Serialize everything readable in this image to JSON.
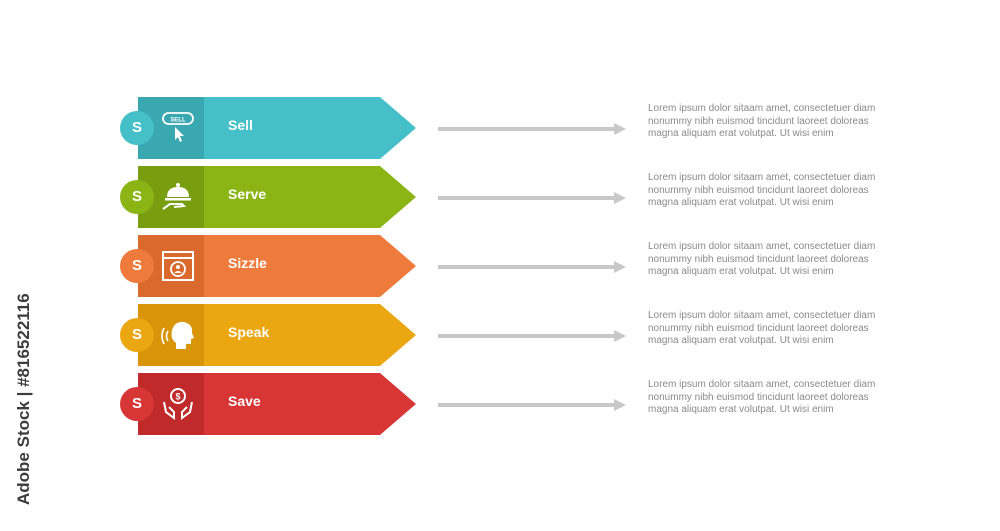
{
  "watermark": "Adobe Stock | #816522116",
  "items": [
    {
      "badge": "S",
      "label": "Sell",
      "icon": "sell-button-click-icon",
      "color": "#45c0c8",
      "dark": "#3aa8b0",
      "description": "Lorem ipsum dolor sitaam amet, consectetuer diam nonummy  nibh euismod tincidunt laoreet doloreas magna aliquam erat volutpat. Ut wisi enim"
    },
    {
      "badge": "S",
      "label": "Serve",
      "icon": "serving-tray-cloche-icon",
      "color": "#8ab515",
      "dark": "#789e10",
      "description": "Lorem ipsum dolor sitaam amet, consectetuer diam nonummy  nibh euismod tincidunt laoreet doloreas magna aliquam erat volutpat. Ut wisi enim"
    },
    {
      "badge": "S",
      "label": "Sizzle",
      "icon": "browser-profile-icon",
      "color": "#ee7a3c",
      "dark": "#d9692d",
      "description": "Lorem ipsum dolor sitaam amet, consectetuer diam nonummy  nibh euismod tincidunt laoreet doloreas magna aliquam erat volutpat. Ut wisi enim"
    },
    {
      "badge": "S",
      "label": "Speak",
      "icon": "speaking-head-icon",
      "color": "#eaa711",
      "dark": "#d8950a",
      "description": "Lorem ipsum dolor sitaam amet, consectetuer diam nonummy  nibh euismod tincidunt laoreet doloreas magna aliquam erat volutpat. Ut wisi enim"
    },
    {
      "badge": "S",
      "label": "Save",
      "icon": "hands-coin-savings-icon",
      "color": "#d83636",
      "dark": "#c02a2a",
      "description": "Lorem ipsum dolor sitaam amet, consectetuer diam nonummy  nibh euismod tincidunt laoreet doloreas magna aliquam erat volutpat. Ut wisi enim"
    }
  ]
}
